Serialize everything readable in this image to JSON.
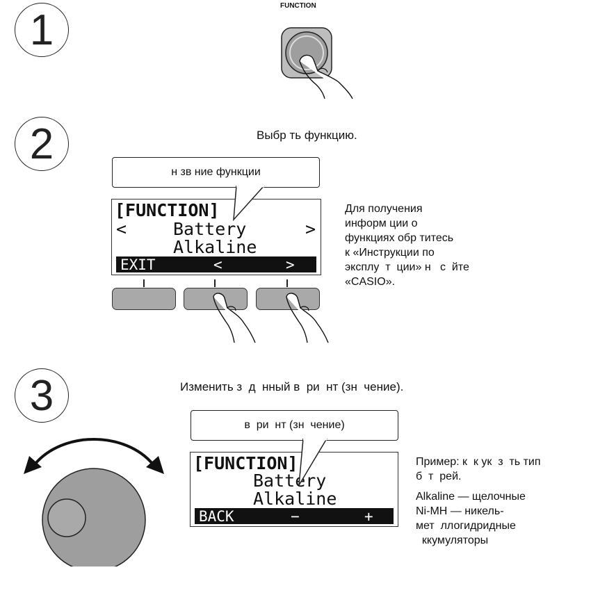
{
  "steps": [
    {
      "number": "1"
    },
    {
      "number": "2"
    },
    {
      "number": "3"
    }
  ],
  "step1": {
    "button_label": "FUNCTION"
  },
  "step2": {
    "instruction": "Выбр  ть функцию.",
    "callout": "н  зв  ние функции",
    "lcd": {
      "line1": "[FUNCTION]",
      "line2_left": "<",
      "line2_value": "Battery",
      "line2_right": ">",
      "line3": "Alkaline",
      "bar_exit": "EXIT",
      "bar_prev": "<",
      "bar_next": ">"
    },
    "note": [
      "Для получения",
      "информ  ции о",
      "функциях обр  титесь",
      "к «Инструкции по",
      "эксплу  т  ции» н   с  йте",
      "«CASIO»."
    ]
  },
  "step3": {
    "instruction": "Изменить з  д  нный в  ри  нт (зн  чение).",
    "callout": "в  ри  нт (зн  чение)",
    "lcd": {
      "line1": "[FUNCTION]",
      "line2_value": "Battery",
      "line3": "Alkaline",
      "bar_back": "BACK",
      "bar_minus": "−",
      "bar_plus": "+"
    },
    "note_title": [
      "Пример: к  к ук  з  ть тип",
      "б  т  рей."
    ],
    "note_list": [
      "Alkaline — щелочные",
      "Ni-MH — никель-",
      "мет  ллогидридные",
      "  ккумуляторы"
    ]
  },
  "colors": {
    "button_gray": "#a9a9a9",
    "lcd_bar": "#111111"
  }
}
